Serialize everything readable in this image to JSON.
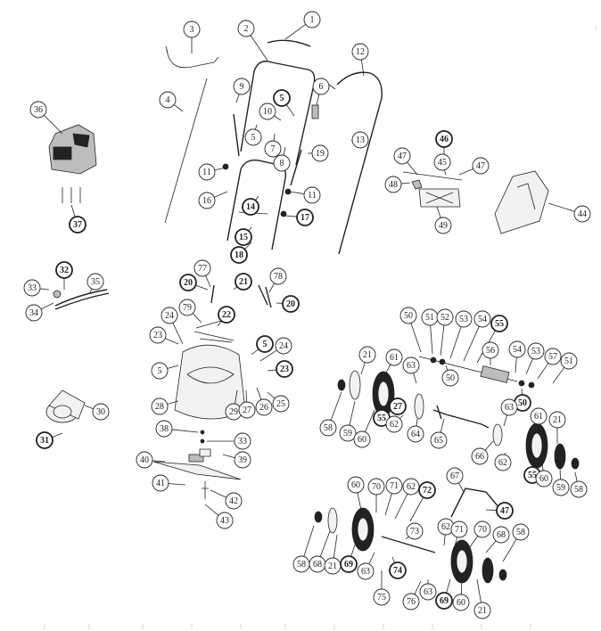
{
  "diagram": {
    "type": "exploded-parts-view",
    "subject": "lawn mower",
    "callouts": [
      {
        "label": "1",
        "bold": false
      },
      {
        "label": "2",
        "bold": false
      },
      {
        "label": "3",
        "bold": false
      },
      {
        "label": "4",
        "bold": false
      },
      {
        "label": "5",
        "bold": true
      },
      {
        "label": "9",
        "bold": false
      },
      {
        "label": "10",
        "bold": false
      },
      {
        "label": "5",
        "bold": false
      },
      {
        "label": "6",
        "bold": false
      },
      {
        "label": "7",
        "bold": false
      },
      {
        "label": "8",
        "bold": false
      },
      {
        "label": "19",
        "bold": false
      },
      {
        "label": "12",
        "bold": false
      },
      {
        "label": "13",
        "bold": false
      },
      {
        "label": "36",
        "bold": false
      },
      {
        "label": "37",
        "bold": true
      },
      {
        "label": "11",
        "bold": false
      },
      {
        "label": "16",
        "bold": false
      },
      {
        "label": "14",
        "bold": true
      },
      {
        "label": "11",
        "bold": false
      },
      {
        "label": "17",
        "bold": true
      },
      {
        "label": "15",
        "bold": true
      },
      {
        "label": "18",
        "bold": true
      },
      {
        "label": "46",
        "bold": true
      },
      {
        "label": "45",
        "bold": false
      },
      {
        "label": "47",
        "bold": false
      },
      {
        "label": "47",
        "bold": false
      },
      {
        "label": "48",
        "bold": false
      },
      {
        "label": "49",
        "bold": false
      },
      {
        "label": "44",
        "bold": false
      },
      {
        "label": "32",
        "bold": true
      },
      {
        "label": "33",
        "bold": false
      },
      {
        "label": "34",
        "bold": false
      },
      {
        "label": "35",
        "bold": false
      },
      {
        "label": "77",
        "bold": false
      },
      {
        "label": "20",
        "bold": true
      },
      {
        "label": "21",
        "bold": true
      },
      {
        "label": "78",
        "bold": false
      },
      {
        "label": "20",
        "bold": true
      },
      {
        "label": "79",
        "bold": false
      },
      {
        "label": "22",
        "bold": true
      },
      {
        "label": "24",
        "bold": false
      },
      {
        "label": "23",
        "bold": false
      },
      {
        "label": "5",
        "bold": true
      },
      {
        "label": "24",
        "bold": false
      },
      {
        "label": "23",
        "bold": true
      },
      {
        "label": "5",
        "bold": false
      },
      {
        "label": "28",
        "bold": false
      },
      {
        "label": "29",
        "bold": false
      },
      {
        "label": "27",
        "bold": false
      },
      {
        "label": "26",
        "bold": false
      },
      {
        "label": "25",
        "bold": false
      },
      {
        "label": "30",
        "bold": false
      },
      {
        "label": "31",
        "bold": true
      },
      {
        "label": "38",
        "bold": false
      },
      {
        "label": "33",
        "bold": false
      },
      {
        "label": "40",
        "bold": false
      },
      {
        "label": "39",
        "bold": false
      },
      {
        "label": "41",
        "bold": false
      },
      {
        "label": "42",
        "bold": false
      },
      {
        "label": "43",
        "bold": false
      },
      {
        "label": "50",
        "bold": false
      },
      {
        "label": "51",
        "bold": false
      },
      {
        "label": "52",
        "bold": false
      },
      {
        "label": "53",
        "bold": false
      },
      {
        "label": "54",
        "bold": false
      },
      {
        "label": "55",
        "bold": true
      },
      {
        "label": "56",
        "bold": false
      },
      {
        "label": "21",
        "bold": false
      },
      {
        "label": "61",
        "bold": false
      },
      {
        "label": "63",
        "bold": false
      },
      {
        "label": "50",
        "bold": false
      },
      {
        "label": "54",
        "bold": false
      },
      {
        "label": "53",
        "bold": false
      },
      {
        "label": "57",
        "bold": false
      },
      {
        "label": "51",
        "bold": false
      },
      {
        "label": "50",
        "bold": true
      },
      {
        "label": "58",
        "bold": false
      },
      {
        "label": "59",
        "bold": false
      },
      {
        "label": "60",
        "bold": false
      },
      {
        "label": "55",
        "bold": true
      },
      {
        "label": "27",
        "bold": true
      },
      {
        "label": "62",
        "bold": false
      },
      {
        "label": "64",
        "bold": false
      },
      {
        "label": "65",
        "bold": false
      },
      {
        "label": "63",
        "bold": false
      },
      {
        "label": "61",
        "bold": false
      },
      {
        "label": "21",
        "bold": false
      },
      {
        "label": "66",
        "bold": false
      },
      {
        "label": "62",
        "bold": false
      },
      {
        "label": "55",
        "bold": true
      },
      {
        "label": "60",
        "bold": false
      },
      {
        "label": "59",
        "bold": false
      },
      {
        "label": "58",
        "bold": false
      },
      {
        "label": "67",
        "bold": false
      },
      {
        "label": "47",
        "bold": true
      },
      {
        "label": "60",
        "bold": false
      },
      {
        "label": "70",
        "bold": false
      },
      {
        "label": "71",
        "bold": false
      },
      {
        "label": "62",
        "bold": false
      },
      {
        "label": "72",
        "bold": true
      },
      {
        "label": "73",
        "bold": false
      },
      {
        "label": "62",
        "bold": false
      },
      {
        "label": "71",
        "bold": false
      },
      {
        "label": "70",
        "bold": false
      },
      {
        "label": "68",
        "bold": false
      },
      {
        "label": "58",
        "bold": false
      },
      {
        "label": "58",
        "bold": false
      },
      {
        "label": "68",
        "bold": false
      },
      {
        "label": "21",
        "bold": false
      },
      {
        "label": "69",
        "bold": true
      },
      {
        "label": "63",
        "bold": false
      },
      {
        "label": "74",
        "bold": true
      },
      {
        "label": "75",
        "bold": false
      },
      {
        "label": "76",
        "bold": false
      },
      {
        "label": "63",
        "bold": false
      },
      {
        "label": "69",
        "bold": true
      },
      {
        "label": "60",
        "bold": false
      },
      {
        "label": "21",
        "bold": false
      }
    ]
  }
}
